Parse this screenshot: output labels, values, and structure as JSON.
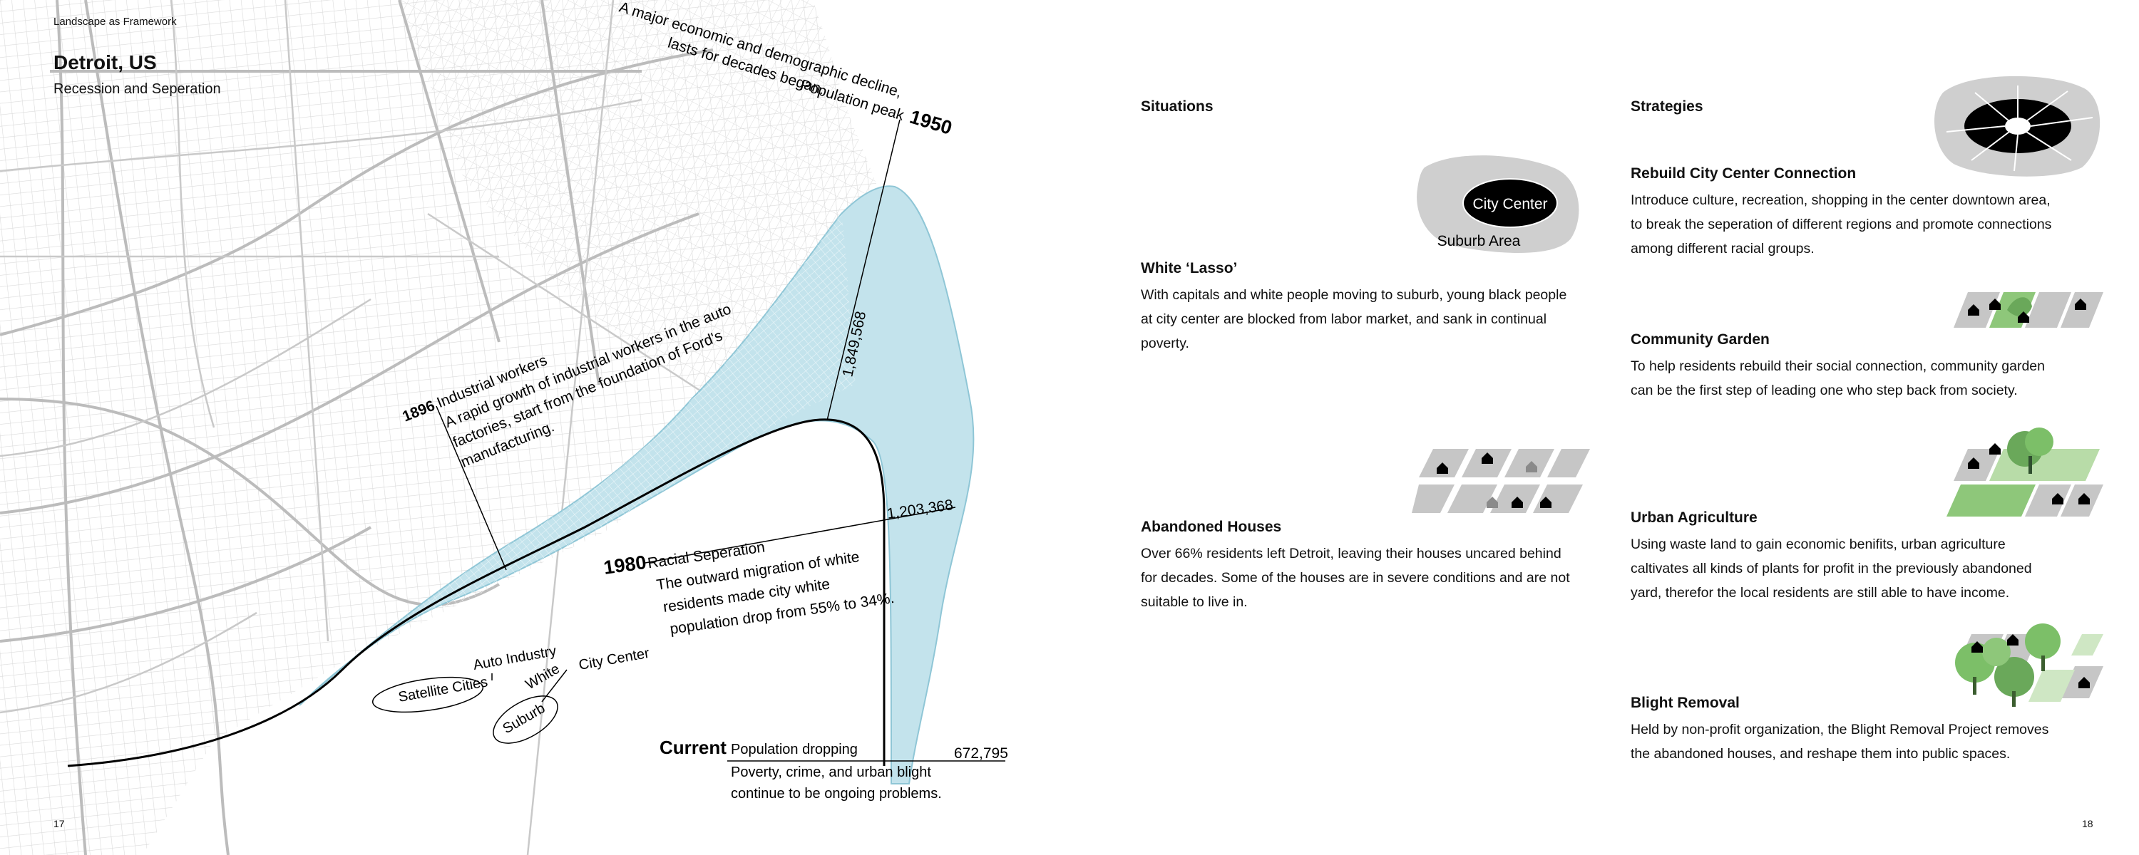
{
  "left_page": {
    "header": "Landscape as Framework",
    "title": "Detroit, US",
    "subtitle": "Recession and Seperation",
    "page_number": "17",
    "timeline": {
      "peak": {
        "year": "1950",
        "label": "Population peak",
        "lines": [
          "A major economic and demographic decline,",
          "lasts for decades began."
        ]
      },
      "peak_value": "1,849,568",
      "industrial": {
        "year": "1896",
        "label": "Industrial workers",
        "lines": [
          "A rapid growth of industrial workers in the auto",
          "factories, start from the foundation of Ford's",
          "manufacturing."
        ]
      },
      "racial": {
        "year": "1980",
        "label": "Racial Seperation",
        "value": "1,203,368",
        "lines": [
          "The outward migration of white",
          "residents made city white",
          "population drop from 55% to 34%."
        ]
      },
      "current": {
        "label": "Current",
        "text": "Population dropping",
        "value": "672,795",
        "lines": [
          "Poverty, crime, and urban blight",
          "continue to be ongoing problems."
        ]
      }
    },
    "diagram": {
      "auto_industry": "Auto Industry",
      "satellite_cities": "Satellite Cities",
      "white": "White",
      "suburb": "Suburb",
      "city_center": "City Center"
    }
  },
  "right_page": {
    "page_number": "18",
    "situations_heading": "Situations",
    "strategies_heading": "Strategies",
    "lasso_icon": {
      "city_center": "City Center",
      "suburb_area": "Suburb Area"
    },
    "situations": [
      {
        "title": "White ‘Lasso’",
        "lines": [
          "With capitals and white people moving to suburb, young black people",
          "at city center are blocked from labor market, and sank in continual",
          "poverty."
        ]
      },
      {
        "title": "Abandoned Houses",
        "lines": [
          "Over 66% residents left Detroit, leaving their houses uncared behind",
          "for decades. Some of the houses are in severe conditions and are not",
          "suitable to live in."
        ]
      }
    ],
    "strategies": [
      {
        "title": "Rebuild City Center Connection",
        "lines": [
          "Introduce culture, recreation, shopping in the center downtown area,",
          "to break the seperation of different regions and promote connections",
          "among different racial groups."
        ]
      },
      {
        "title": "Community Garden",
        "lines": [
          "To help residents rebuild their social connection, community garden",
          "can be the first step of leading one who step back from society."
        ]
      },
      {
        "title": "Urban Agriculture",
        "lines": [
          "Using waste land to gain economic benifits, urban agriculture",
          "caltivates all kinds of plants for profit in the previously abandoned",
          "yard, therefor the local residents are still able to have income."
        ]
      },
      {
        "title": "Blight Removal",
        "lines": [
          "Held by non-profit organization, the Blight Removal Project removes",
          "the abandoned houses, and reshape them into public spaces."
        ]
      }
    ]
  },
  "colors": {
    "water": "#c3e3ec",
    "water_edge": "#8fc6d6",
    "map_street": "#d7d7d7",
    "map_major": "#bdbdbd",
    "green": "#8ec77a",
    "icon_grey": "#c6c6c6"
  }
}
